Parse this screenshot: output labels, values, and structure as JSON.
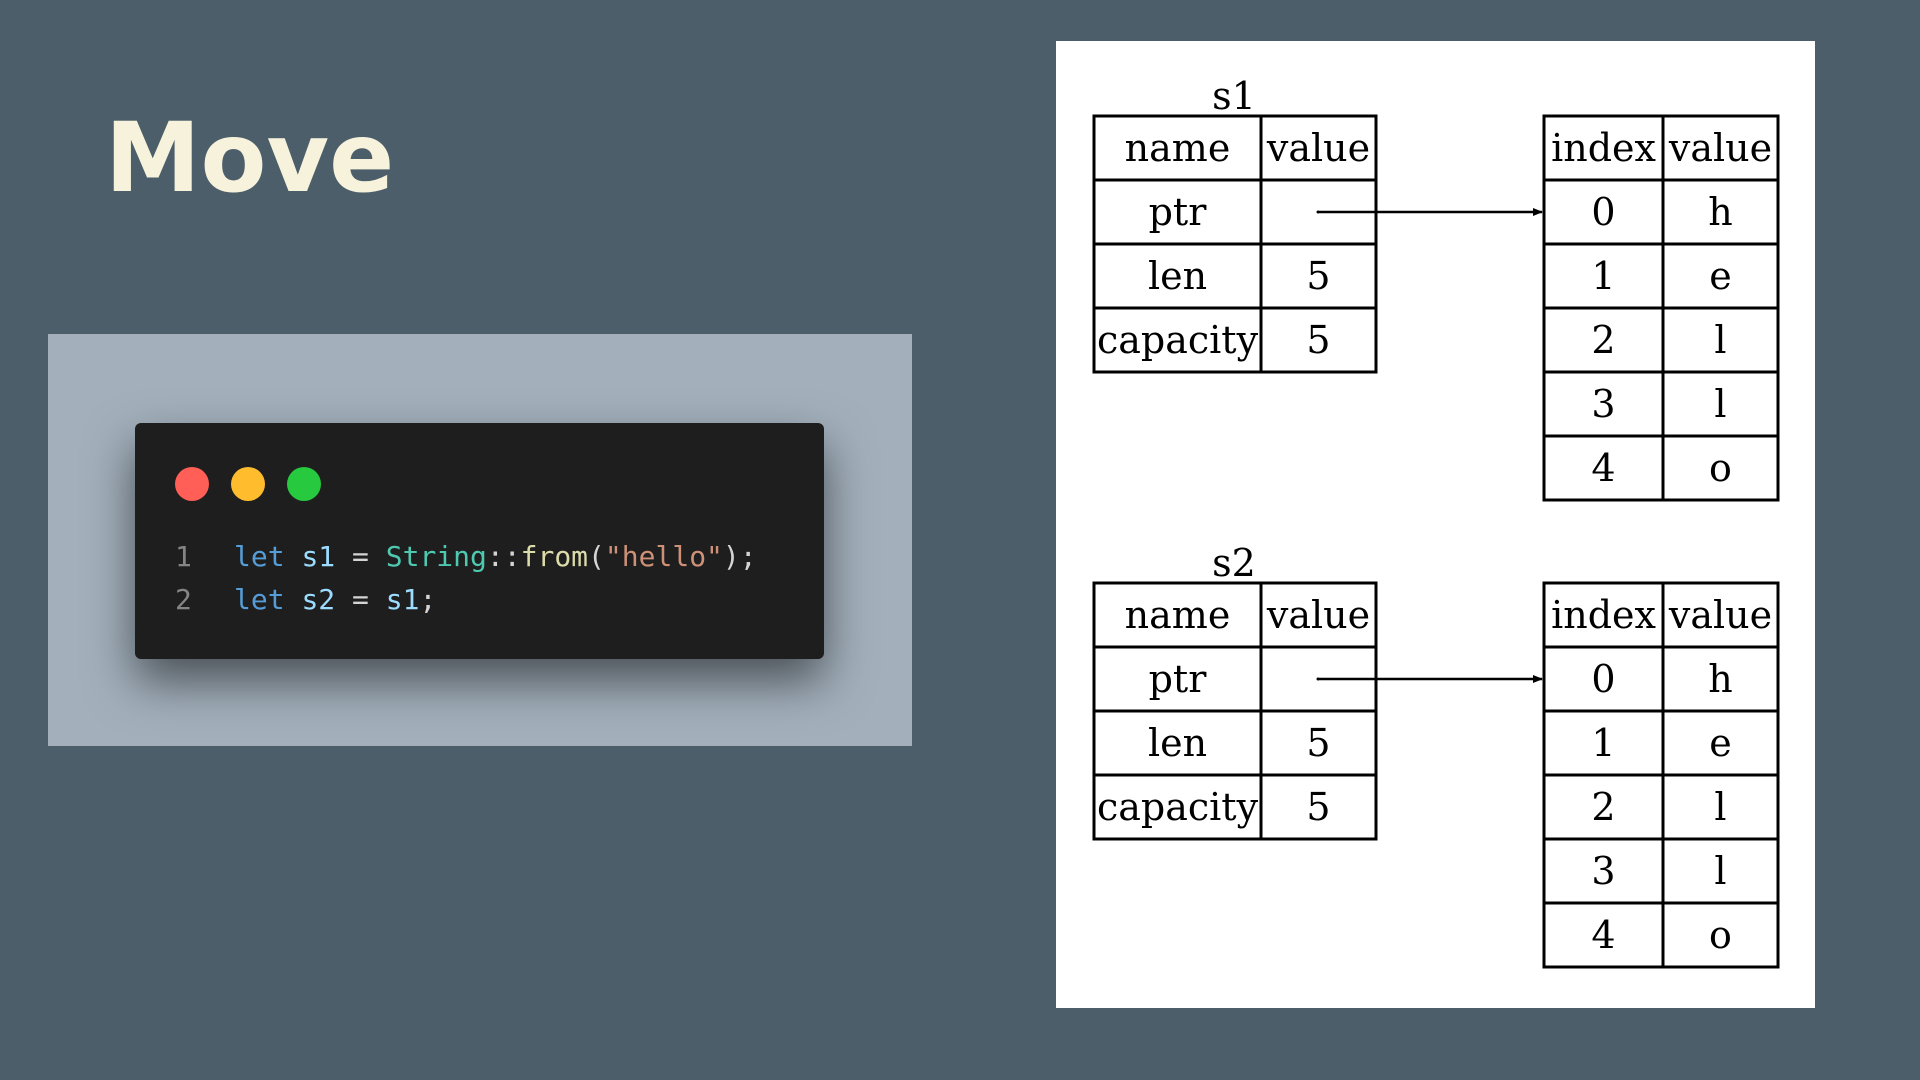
{
  "title": "Move",
  "window_dots": {
    "close_color": "#ff5f56",
    "minimize_color": "#ffbd2e",
    "maximize_color": "#27c93f"
  },
  "code": {
    "lines": [
      {
        "number": "1",
        "tokens": [
          {
            "text": "let",
            "role": "keyword"
          },
          {
            "text": " ",
            "role": "plain"
          },
          {
            "text": "s1",
            "role": "variable"
          },
          {
            "text": " = ",
            "role": "plain"
          },
          {
            "text": "String",
            "role": "type"
          },
          {
            "text": "::",
            "role": "plain"
          },
          {
            "text": "from",
            "role": "function"
          },
          {
            "text": "(",
            "role": "plain"
          },
          {
            "text": "\"hello\"",
            "role": "string"
          },
          {
            "text": ");",
            "role": "plain"
          }
        ]
      },
      {
        "number": "2",
        "tokens": [
          {
            "text": "let",
            "role": "keyword"
          },
          {
            "text": " ",
            "role": "plain"
          },
          {
            "text": "s2",
            "role": "variable"
          },
          {
            "text": " = ",
            "role": "plain"
          },
          {
            "text": "s1",
            "role": "variable"
          },
          {
            "text": ";",
            "role": "plain"
          }
        ]
      }
    ]
  },
  "diagram": {
    "groups": [
      {
        "label": "s1",
        "stack": {
          "headers": [
            "name",
            "value"
          ],
          "rows": [
            [
              "ptr",
              ""
            ],
            [
              "len",
              "5"
            ],
            [
              "capacity",
              "5"
            ]
          ]
        },
        "heap": {
          "headers": [
            "index",
            "value"
          ],
          "rows": [
            [
              "0",
              "h"
            ],
            [
              "1",
              "e"
            ],
            [
              "2",
              "l"
            ],
            [
              "3",
              "l"
            ],
            [
              "4",
              "o"
            ]
          ]
        }
      },
      {
        "label": "s2",
        "stack": {
          "headers": [
            "name",
            "value"
          ],
          "rows": [
            [
              "ptr",
              ""
            ],
            [
              "len",
              "5"
            ],
            [
              "capacity",
              "5"
            ]
          ]
        },
        "heap": {
          "headers": [
            "index",
            "value"
          ],
          "rows": [
            [
              "0",
              "h"
            ],
            [
              "1",
              "e"
            ],
            [
              "2",
              "l"
            ],
            [
              "3",
              "l"
            ],
            [
              "4",
              "o"
            ]
          ]
        }
      }
    ]
  }
}
